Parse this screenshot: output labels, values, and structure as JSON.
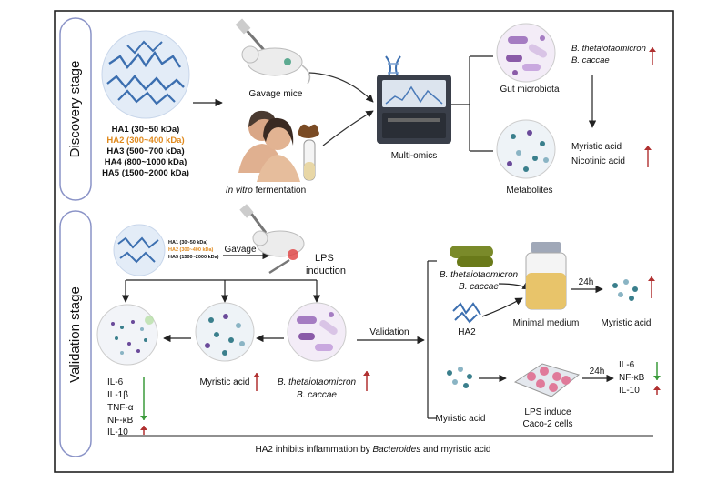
{
  "colors": {
    "frame": "#222222",
    "pill_border": "#8a93c7",
    "orange": "#e08a1e",
    "arrow_up": "#b03030",
    "arrow_down": "#3a9a3a",
    "bacteria_purple": "#a57cc2",
    "bacteria_light": "#d9c4e6",
    "teal_dot": "#3a7f8c",
    "blue_ha": "#3c6fb0",
    "green_bact": "#7a8a2a"
  },
  "discovery": {
    "stage_label": "Discovery stage",
    "ha_list": [
      "HA1 (30~50 kDa)",
      "HA2 (300~400 kDa)",
      "HA3 (500~700 kDa)",
      "HA4 (800~1000 kDa)",
      "HA5 (1500~2000 kDa)"
    ],
    "gavage_mice": "Gavage mice",
    "in_vitro_italic": "In vitro",
    "fermentation": " fermentation",
    "multi_omics": "Multi-omics",
    "gut_microbiota": "Gut microbiota",
    "metabolites": "Metabolites",
    "bacteria_1": "B. thetaiotaomicron",
    "bacteria_2": "B. caccae",
    "myristic": "Myristic acid",
    "nicotinic": "Nicotinic acid"
  },
  "validation": {
    "stage_label": "Validation stage",
    "ha_list_small": [
      "HA1 (30~50 kDa)",
      "HA2 (300~400 kDa)",
      "HA5 (1500~2000 kDa)"
    ],
    "gavage": "Gavage",
    "lps_1": "LPS",
    "lps_2": "induction",
    "cytokines": [
      "IL-6",
      "IL-1β",
      "TNF-α",
      "NF-κB",
      "IL-10"
    ],
    "myristic_acid": "Myristic acid",
    "bacteria_1": "B. thetaiotaomicron",
    "bacteria_2": "B. caccae",
    "validation_label": "Validation",
    "ha2": "HA2",
    "minimal_medium": "Minimal medium",
    "time_24h": "24h",
    "myristic_acid_right": "Myristic acid",
    "myristic_acid_bottom": "Myristic acid",
    "lps_induce_1": "LPS induce",
    "lps_induce_2": "Caco-2 cells",
    "out_cytokines": [
      "IL-6",
      "NF-κB",
      "IL-10"
    ]
  },
  "footer": {
    "pre": "HA2 inhibits inflammation by ",
    "italic": "Bacteroides",
    "post": " and myristic acid"
  }
}
